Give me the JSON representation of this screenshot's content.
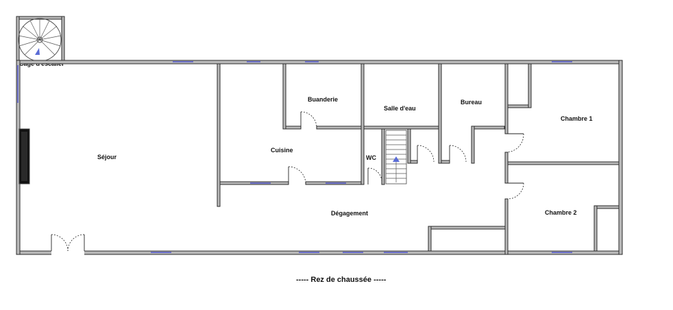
{
  "plan": {
    "caption": "----- Rez de chaussée -----",
    "rooms": {
      "cage_escalier": "Cage d'escalier",
      "sejour": "Séjour",
      "cuisine": "Cuisine",
      "buanderie": "Buanderie",
      "salle_eau": "Salle d'eau",
      "wc": "WC",
      "bureau": "Bureau",
      "chambre1": "Chambre 1",
      "chambre2": "Chambre 2",
      "degagement": "Dégagement"
    },
    "colors": {
      "wall_fill": "#b9b9b9",
      "wall_stroke": "#2b2b2b",
      "window": "#6b6fc8",
      "stair_arrow": "#5a6cd6"
    }
  }
}
